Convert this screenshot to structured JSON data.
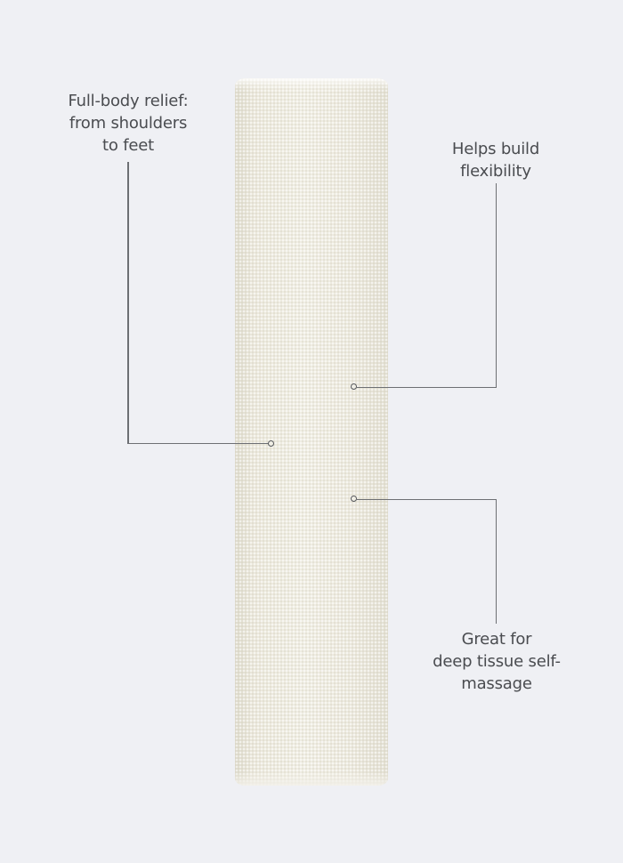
{
  "product": {
    "name": "foam roller",
    "surface": "knurled texture",
    "colors": {
      "background": "#eff0f4",
      "roller": "#ebe8dc",
      "text": "#4a4c50",
      "line": "#6d6f73"
    }
  },
  "callouts": [
    {
      "id": "full-body-relief",
      "lines": [
        "Full-body relief:",
        "from shoulders",
        "to feet"
      ]
    },
    {
      "id": "flexibility",
      "lines": [
        "Helps build",
        "flexibility"
      ]
    },
    {
      "id": "deep-tissue",
      "lines": [
        "Great for",
        "deep tissue self-",
        "massage"
      ]
    }
  ]
}
